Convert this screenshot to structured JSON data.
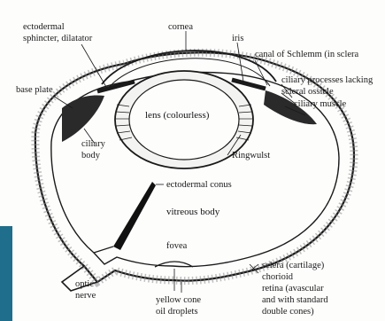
{
  "diagram": {
    "labels": {
      "ectodermal_sphincter_line1": "ectodermal",
      "ectodermal_sphincter_line2": "sphincter, dilatator",
      "cornea": "cornea",
      "iris": "iris",
      "canal_of_schlemm": "canal of Schlemm (in sclera",
      "base_plate": "base plate",
      "ciliary_processes": "ciliary processes lacking",
      "scleral_ossicle": "scleral ossicle",
      "ciliary_muscle": "ciliary muscle",
      "lens": "lens (colourless)",
      "ciliary_body_line1": "ciliary",
      "ciliary_body_line2": "body",
      "ringwulst": "Ringwulst",
      "ectodermal_conus": "ectodermal conus",
      "vitreous_body": "vitreous body",
      "fovea": "fovea",
      "optic_nerve_line1": "optic",
      "optic_nerve_line2": "nerve",
      "sclera": "sclera (cartilage)",
      "chorioid": "chorioid",
      "retina_line1": "retina  (avascular",
      "retina_line2": "and with standard",
      "retina_line3": "double cones)",
      "yellow_cone": "yellow cone",
      "oil_droplets": "oil droplets"
    }
  },
  "colors": {
    "ink": "#1a1a1a",
    "paper": "#fdfdfc",
    "stipple": "#8a8a8a",
    "edge_accent": "#1f6e8c"
  }
}
